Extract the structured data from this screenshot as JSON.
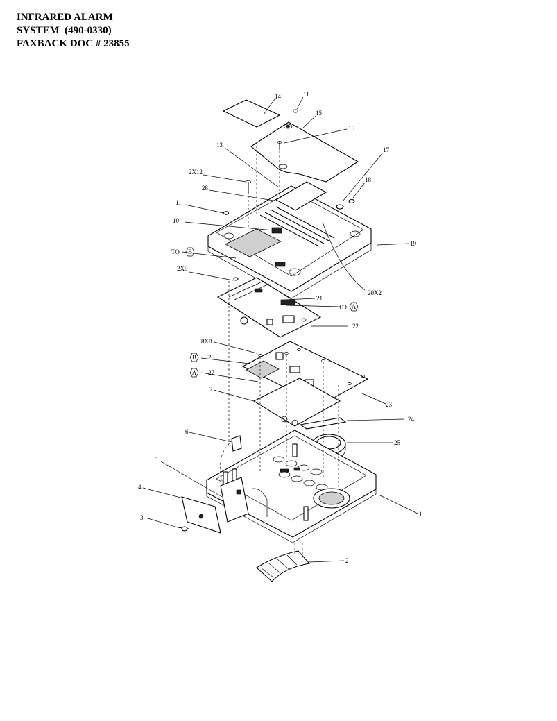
{
  "header": {
    "line1": "INFRARED ALARM",
    "line2": "SYSTEM  (490-0330)",
    "line3": "FAXBACK DOC # 23855"
  },
  "callouts": {
    "c14": "14",
    "c11a": "11",
    "c15": "15",
    "c16": "16",
    "c13": "13",
    "c17": "17",
    "c2x12": "2X12",
    "c18": "18",
    "c28": "28",
    "c11b": "11",
    "c10": "10",
    "c19": "19",
    "c_to_b": "TO",
    "c2x9": "2X9",
    "c20x2": "20X2",
    "c21": "21",
    "c_to_a": "TO",
    "c22": "22",
    "c8x8": "8X8",
    "c26": "26",
    "c27": "27",
    "c23": "23",
    "c7": "7",
    "c24": "24",
    "c6": "6",
    "c25": "25",
    "c5": "5",
    "c4": "4",
    "c1": "1",
    "c3": "3",
    "c2": "2",
    "hex_b1": "B",
    "hex_a1": "A",
    "hex_b2": "B",
    "hex_a2": "A"
  }
}
